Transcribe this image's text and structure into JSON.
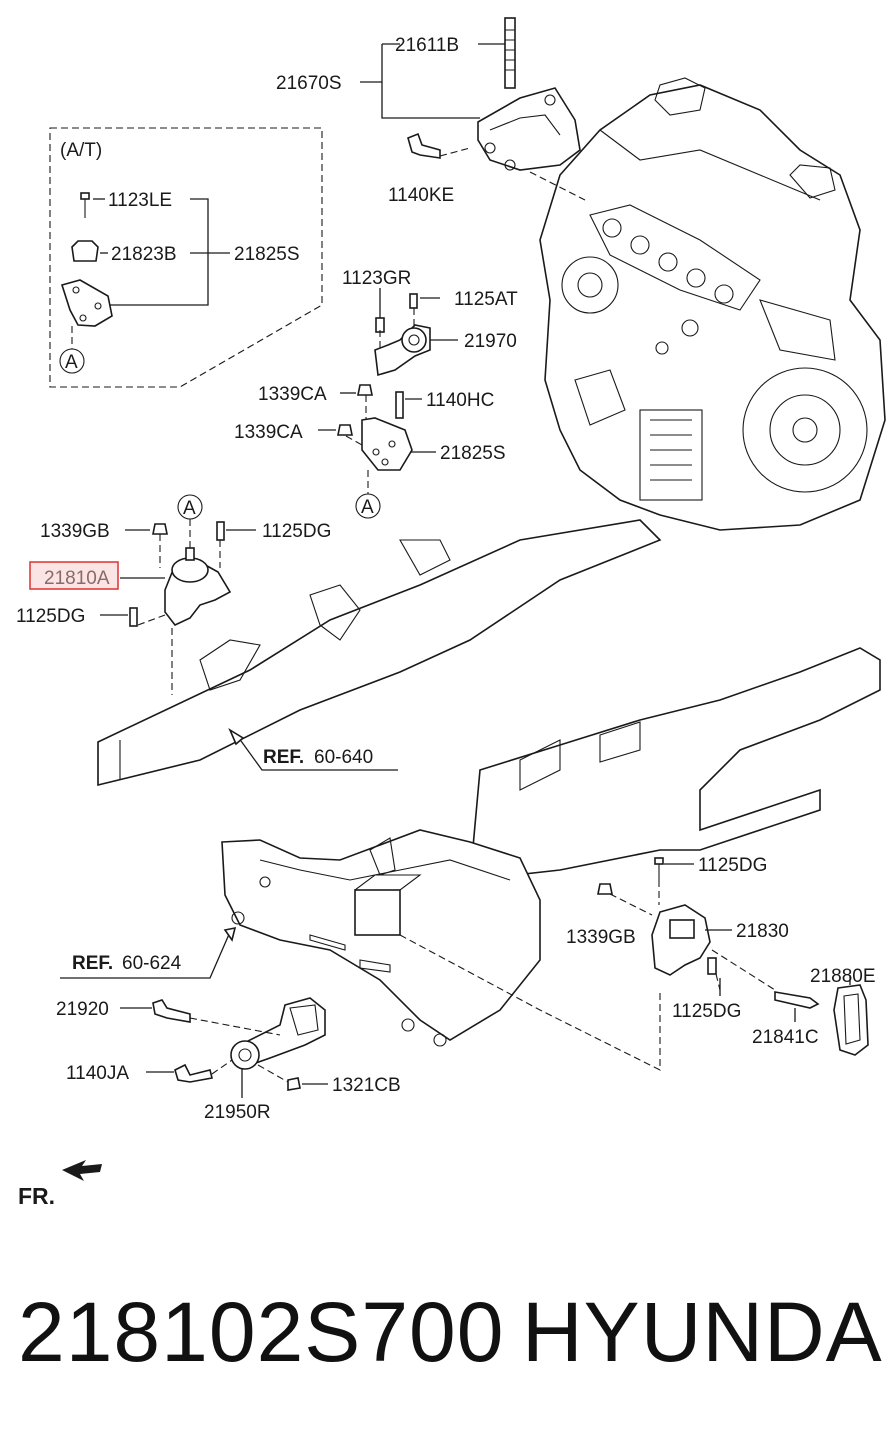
{
  "labels": {
    "l21611B": "21611B",
    "l21670S": "21670S",
    "l1140KE": "1140KE",
    "at": "(A/T)",
    "l1123LE": "1123LE",
    "l21823B": "21823B",
    "l21825S_top": "21825S",
    "a1": "A",
    "l1123GR": "1123GR",
    "l1125AT": "1125AT",
    "l21970": "21970",
    "l1339CA_1": "1339CA",
    "l1140HC": "1140HC",
    "l1339CA_2": "1339CA",
    "l21825S_mid": "21825S",
    "a2": "A",
    "a3": "A",
    "l1339GB": "1339GB",
    "l1125DG_1": "1125DG",
    "l21810A": "21810A",
    "l1125DG_2": "1125DG",
    "ref1_bold": "REF.",
    "ref1_num": "60-640",
    "l1125DG_3": "1125DG",
    "l1339GB_2": "1339GB",
    "l21830": "21830",
    "ref2_bold": "REF.",
    "ref2_num": "60-624",
    "l21880E": "21880E",
    "l1125DG_4": "1125DG",
    "l21841C": "21841C",
    "l21920": "21920",
    "l1140JA": "1140JA",
    "l1321CB": "1321CB",
    "l21950R": "21950R",
    "fr": "FR."
  },
  "footer": {
    "part_number": "218102S700",
    "brand": "HYUNDAI"
  },
  "highlight_color": "#e03030"
}
